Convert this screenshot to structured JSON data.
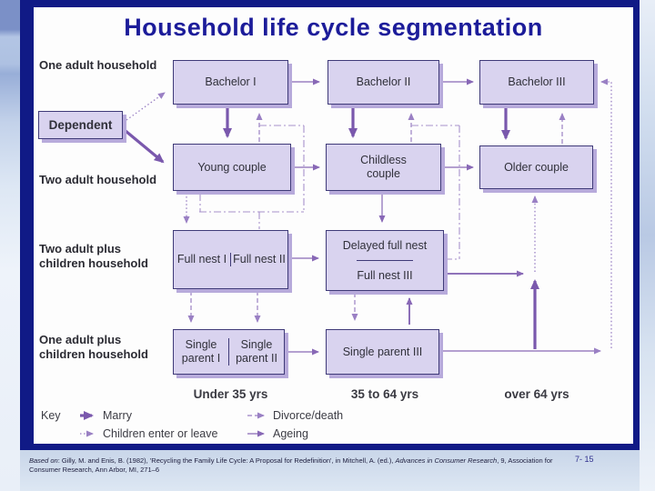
{
  "slide": {
    "title": "Household life cycle segmentation",
    "page_number": "7- 15",
    "citation": {
      "based_on": "Based on",
      "text1": ": Gilly, M. and Enis, B. (1982), 'Recycling the Family Life Cycle: A Proposal for Redefinition', in Mitchell, A. (ed.), ",
      "journal": "Advances in Consumer Research",
      "text2": ", 9, Association for Consumer Research, Ann Arbor, MI, 271–6"
    }
  },
  "row_labels": {
    "one_adult": "One adult household",
    "two_adult": "Two adult household",
    "two_adult_children": "Two adult plus\nchildren household",
    "one_adult_children": "One adult plus\nchildren household"
  },
  "boxes": {
    "dependent": "Dependent",
    "bachelor1": "Bachelor I",
    "bachelor2": "Bachelor II",
    "bachelor3": "Bachelor III",
    "young_couple": "Young couple",
    "childless_couple": "Childless couple",
    "older_couple": "Older couple",
    "full_nest1": "Full nest I",
    "full_nest2": "Full nest II",
    "delayed_full_nest": "Delayed full nest",
    "full_nest3": "Full nest III",
    "single_parent1": "Single parent I",
    "single_parent2": "Single parent II",
    "single_parent3": "Single parent III"
  },
  "age_labels": {
    "under35": "Under 35 yrs",
    "mid": "35 to 64 yrs",
    "over64": "over 64 yrs"
  },
  "key": {
    "label": "Key",
    "marry": "Marry",
    "children": "Children enter or leave",
    "divorce": "Divorce/death",
    "ageing": "Ageing"
  },
  "colors": {
    "frame_navy": "#101a86",
    "title_navy": "#1c1c9a",
    "box_fill": "#d9d3ef",
    "box_border": "#3f3a78",
    "box_shadow": "#b7aadb",
    "arrow_purple": "#7a58ad"
  }
}
